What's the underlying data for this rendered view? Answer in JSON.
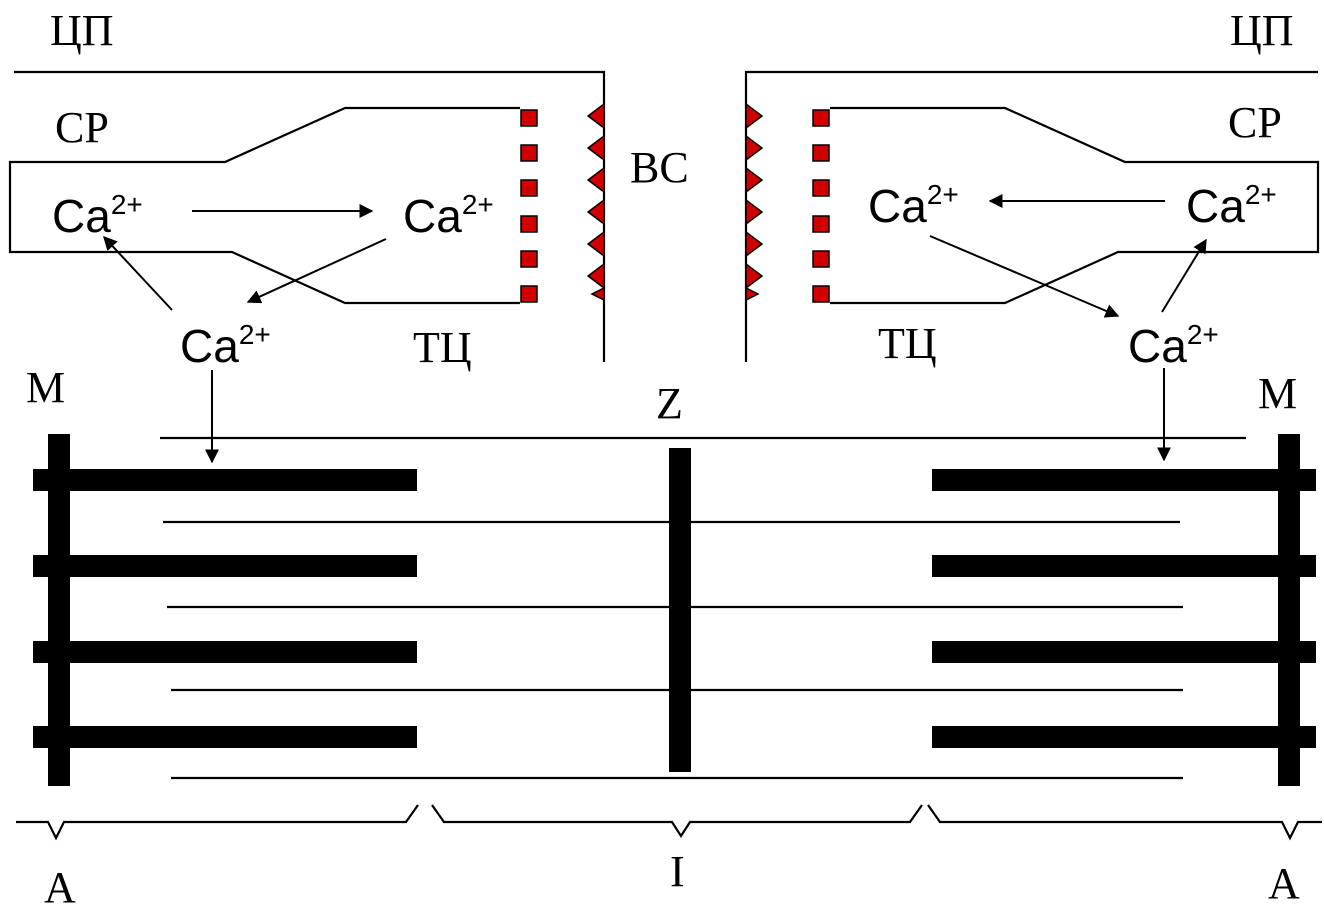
{
  "labels": {
    "cp_left": "ЦП",
    "cp_right": "ЦП",
    "sr_left": "СР",
    "sr_right": "СР",
    "vs": "ВС",
    "tc_left": "ТЦ",
    "tc_right": "ТЦ",
    "m_left": "М",
    "m_right": "М",
    "z": "Z",
    "a_left": "А",
    "a_right": "А",
    "i": "I"
  },
  "calcium": {
    "base": "Ca",
    "charge": "2+"
  },
  "colors": {
    "receptor": "#d00000",
    "line": "#000000"
  }
}
